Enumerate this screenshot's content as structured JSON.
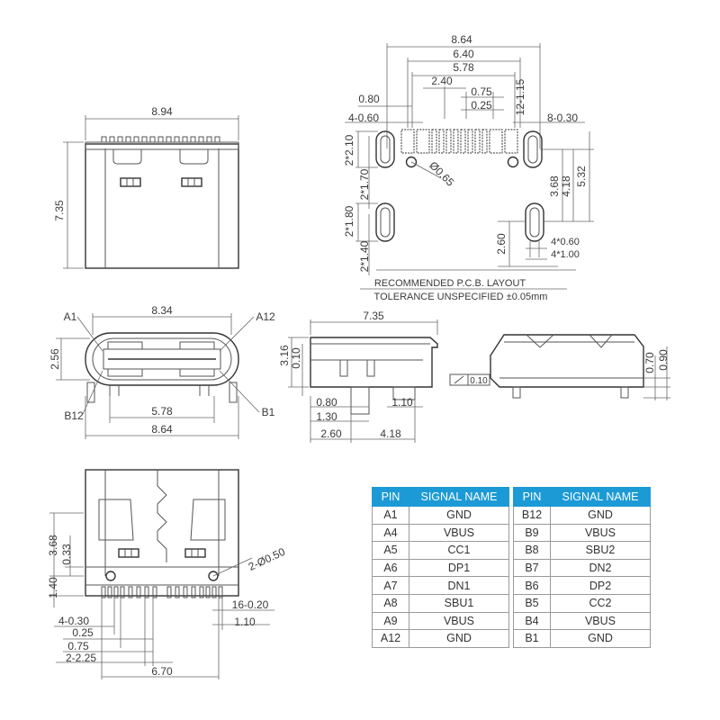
{
  "top_left_view": {
    "width": "8.94",
    "height": "7.35"
  },
  "pcb_layout": {
    "d1": "8.64",
    "d2": "6.40",
    "d3": "5.78",
    "d4": "2.40",
    "d5": "0.75",
    "d6": "0.25",
    "d7": "0.80",
    "d8": "4-0.60",
    "d9": "12-1.15",
    "d10": "8-0.30",
    "d11": "2*2.10",
    "d12": "2*1.70",
    "d13": "Ø0.65",
    "d14": "3.68",
    "d15": "4.18",
    "d16": "5.32",
    "d17": "2*1.80",
    "d18": "2*1.40",
    "d19": "2.60",
    "d20": "4*0.60",
    "d21": "4*1.00",
    "title": "RECOMMENDED  P.C.B. LAYOUT",
    "tolerance": "TOLERANCE UNSPECIFIED ±0.05mm"
  },
  "front_view": {
    "a1": "A1",
    "a12": "A12",
    "b12": "B12",
    "b1": "B1",
    "d_834": "8.34",
    "d_256": "2.56",
    "d_578": "5.78",
    "d_864": "8.64"
  },
  "side_view": {
    "d_735": "7.35",
    "d_316": "3.16",
    "d_010": "0.10",
    "d_080": "0.80",
    "d_130": "1.30",
    "d_110": "1.10",
    "d_260": "2.60",
    "d_418": "4.18",
    "flat": "0.10"
  },
  "end_view": {
    "d_070": "0.70",
    "d_090": "0.90"
  },
  "bottom_view": {
    "d_368": "3.68",
    "d_033": "0.33",
    "d_140": "1.40",
    "d_2050": "2-Ø0.50",
    "d_16020": "16-0.20",
    "d_110": "1.10",
    "d_4030": "4-0.30",
    "d_025": "0.25",
    "d_075": "0.75",
    "d_2225": "2-2.25",
    "d_670": "6.70"
  },
  "pin_table": {
    "headers": [
      "PIN",
      "SIGNAL NAME",
      "PIN",
      "SIGNAL NAME"
    ],
    "rows": [
      [
        "A1",
        "GND",
        "B12",
        "GND"
      ],
      [
        "A4",
        "VBUS",
        "B9",
        "VBUS"
      ],
      [
        "A5",
        "CC1",
        "B8",
        "SBU2"
      ],
      [
        "A6",
        "DP1",
        "B7",
        "DN2"
      ],
      [
        "A7",
        "DN1",
        "B6",
        "DP2"
      ],
      [
        "A8",
        "SBU1",
        "B5",
        "CC2"
      ],
      [
        "A9",
        "VBUS",
        "B4",
        "VBUS"
      ],
      [
        "A12",
        "GND",
        "B1",
        "GND"
      ]
    ],
    "header_color": "#1c9ad6"
  }
}
